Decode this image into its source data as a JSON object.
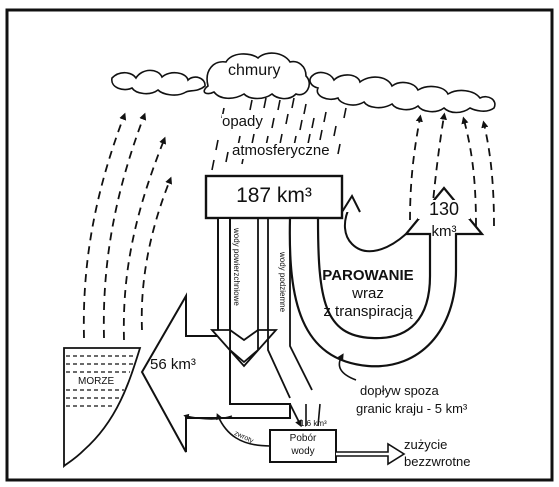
{
  "diagram": {
    "clouds_label": "chmury",
    "precip_label_1": "opady",
    "precip_label_2": "atmosferyczne",
    "precip_total": "187 km³",
    "evaporation_amount": "130",
    "evaporation_unit": "km³",
    "evaporation_label_1": "PAROWANIE",
    "evaporation_label_2": "wraz",
    "evaporation_label_3": "z transpiracją",
    "surface_water_label": "wody powierzchniowe",
    "ground_water_label": "wody podziemne",
    "sea_label": "MORZE",
    "outflow_to_sea": "56 km³",
    "inflow_label_1": "dopływ spoza",
    "inflow_label_2": "granic kraju - 5 km³",
    "withdrawal_amount": "1,6 km³",
    "withdrawal_label_1": "Pobór",
    "withdrawal_label_2": "wody",
    "return_label": "zwroty",
    "consumption_label_1": "zużycie",
    "consumption_label_2": "bezzwrotne"
  }
}
